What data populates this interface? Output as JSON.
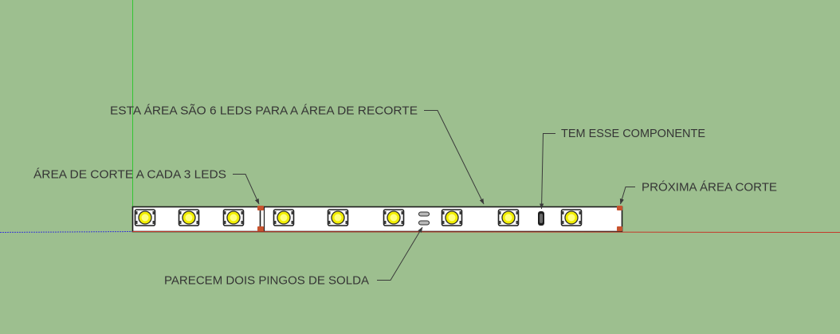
{
  "colors": {
    "background": "#9dbf8f",
    "green_axis": "#34c634",
    "red_axis": "#c43a2a",
    "blue_axis": "#3a3ad2",
    "led_lens": "#f2ee00",
    "cut_mark": "#c8532e"
  },
  "annotations": {
    "six_leds_area": "ESTA ÁREA SÃO 6 LEDS PARA A ÁREA DE RECORTE",
    "cut_every_3_leds": "ÁREA DE CORTE A CADA 3 LEDS",
    "component": "TEM ESSE COMPONENTE",
    "next_cut_area": "PRÓXIMA ÁREA CORTE",
    "solder_drops": "PARECEM DOIS PINGOS DE SOLDA"
  },
  "strip": {
    "led_count": 9
  }
}
